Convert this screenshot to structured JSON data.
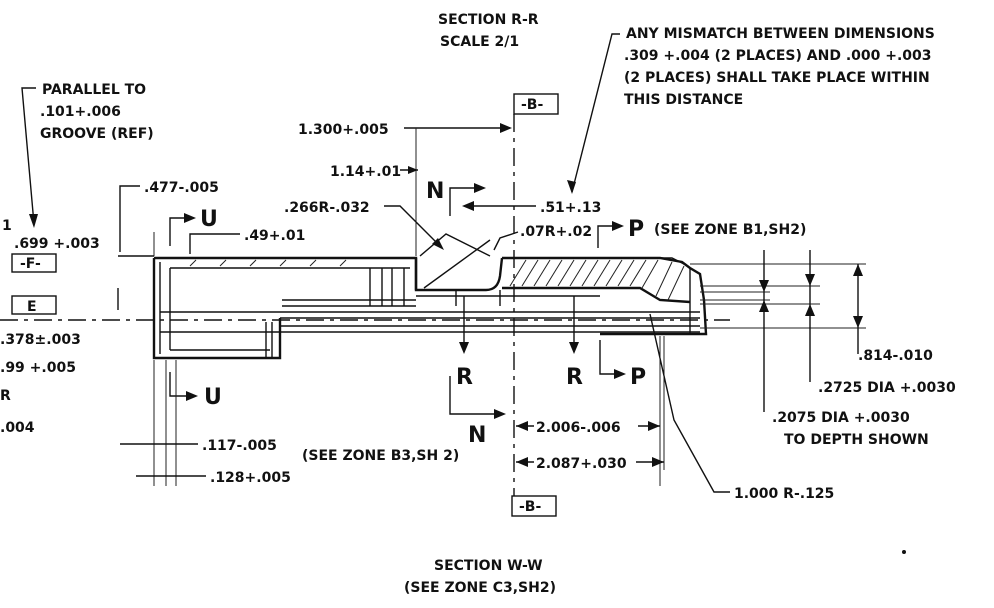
{
  "section_rr": {
    "title": "SECTION R-R",
    "scale": "SCALE 2/1"
  },
  "section_ww": {
    "title": "SECTION W-W",
    "ref": "(SEE ZONE C3,SH2)"
  },
  "notes": {
    "mismatch_1": "ANY MISMATCH BETWEEN DIMENSIONS",
    "mismatch_2": ".309 +.004 (2 PLACES) AND .000 +.003",
    "mismatch_3": "(2 PLACES) SHALL TAKE PLACE WITHIN",
    "mismatch_4": "THIS DISTANCE",
    "parallel_1": "PARALLEL TO",
    "parallel_2": ".101+.006",
    "parallel_3": "GROOVE (REF)"
  },
  "datums": {
    "b_top": "-B-",
    "b_bottom": "-B-",
    "f": "-F-",
    "e": "E"
  },
  "section_markers": {
    "n": "N",
    "n_bottom": "N",
    "u_top": "U",
    "u_bottom": "U",
    "p_top": "P",
    "p_top_ref": "(SEE ZONE B1,SH2)",
    "p_bottom": "P",
    "r_left": "R",
    "r_right": "R",
    "n_ref": "(SEE ZONE B3,SH 2)"
  },
  "dimensions": {
    "d1300": "1.300+.005",
    "d114": "1.14+.01",
    "d477": ".477-.005",
    "d266r": ".266R-.032",
    "d51": ".51+.13",
    "d07r": ".07R+.02",
    "d49": ".49+.01",
    "d699": ".699 +.003",
    "d378": ".378±.003",
    "d99": ".99 +.005",
    "d_r": "R",
    "d004": ".004",
    "d_frag1": "1",
    "d814": ".814-.010",
    "d2725": ".2725 DIA +.0030",
    "d2075": ".2075 DIA +.0030",
    "d2075b": "TO DEPTH SHOWN",
    "d2006": "2.006-.006",
    "d2087": "2.087+.030",
    "d1000r": "1.000 R-.125",
    "d117": ".117-.005",
    "d128": ".128+.005"
  }
}
